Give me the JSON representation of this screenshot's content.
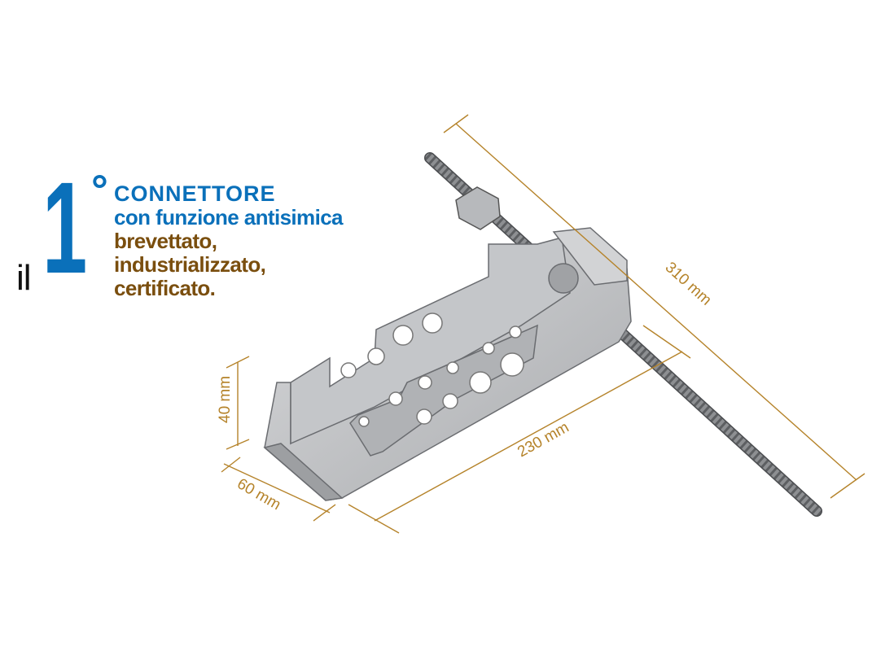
{
  "headline": {
    "prefix": "il",
    "number": "1",
    "degree": "°",
    "line1": "CONNETTORE",
    "line2": "con funzione antisimica",
    "line3": "brevettato,",
    "line4": "industrializzato,",
    "line5": "certificato."
  },
  "dimensions": {
    "length_total": "310 mm",
    "length_bracket": "230 mm",
    "width": "60 mm",
    "height": "40 mm"
  },
  "colors": {
    "blue": "#0a70ba",
    "brown": "#7a4e0e",
    "dimension": "#b5832a"
  }
}
